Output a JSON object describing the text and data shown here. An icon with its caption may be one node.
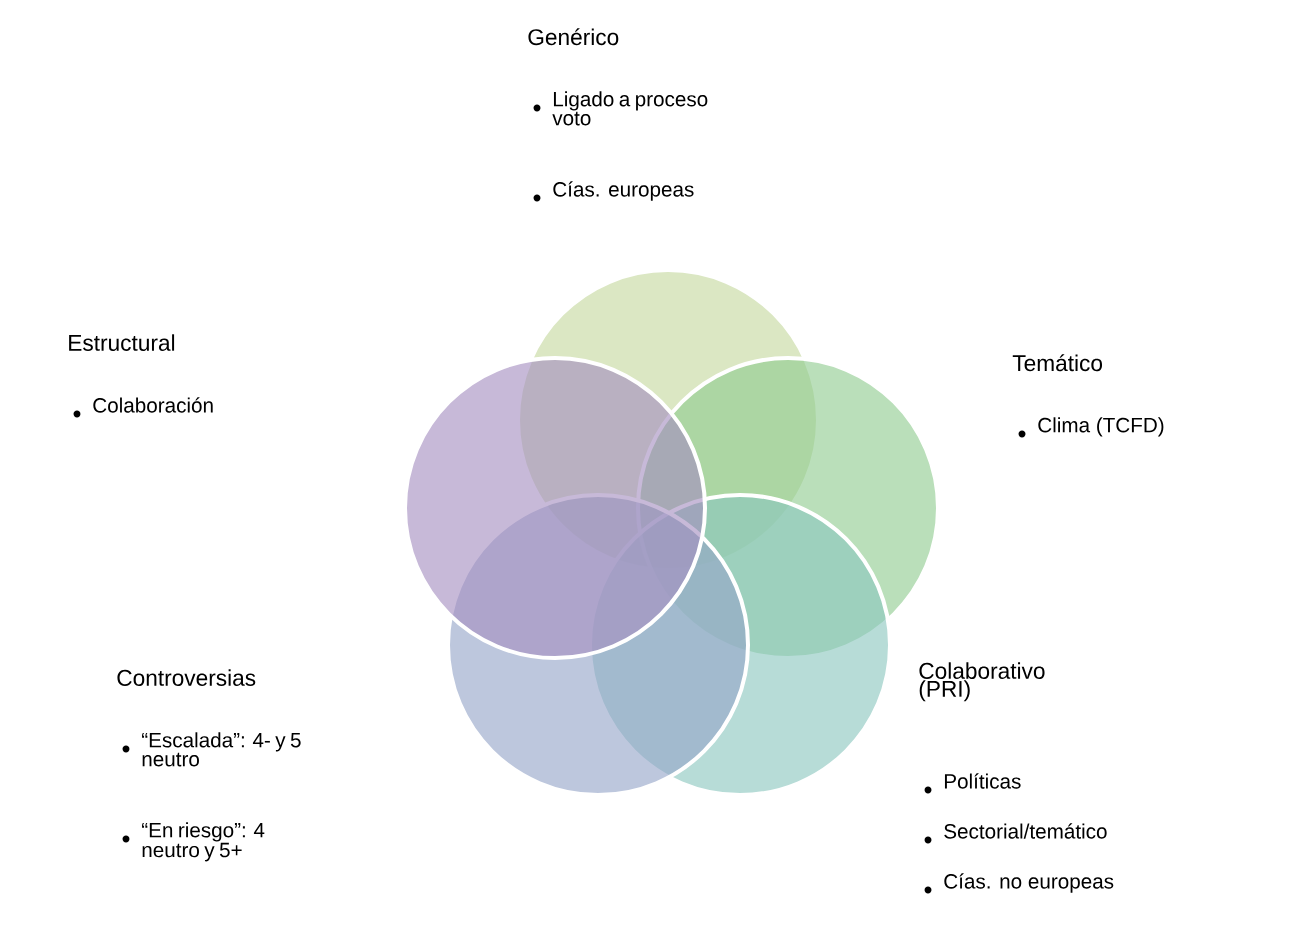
{
  "diagram": {
    "nodes": [
      {
        "text": [],
        "shape": "circle"
      },
      {
        "text": [],
        "shape": "circle"
      },
      {
        "text": [],
        "shape": "circle"
      },
      {
        "text": [],
        "shape": "circle"
      },
      {
        "text": [],
        "shape": "circle"
      }
    ],
    "labels": [
      "Genérico",
      "Ligado a proceso voto",
      "Cías. europeas",
      "Estructural",
      "Colaboración",
      "Temático",
      "Clima (TCFD)",
      "Controversias",
      "“Escalada”: 4- y 5 neutro",
      "“En riesgo”: 4 neutro y 5+",
      "Colaborativo (PRI)",
      "Políticas",
      "Sectorial/temático",
      "Cías. no europeas"
    ]
  }
}
